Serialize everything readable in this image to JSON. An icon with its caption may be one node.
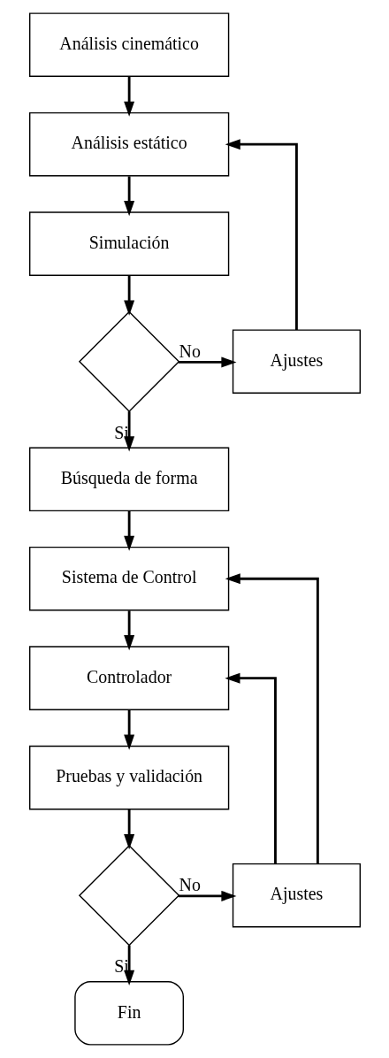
{
  "diagram": {
    "nodes": [
      {
        "text": [
          "Análisis cinemático"
        ]
      },
      {
        "text": [
          "Análisis estático"
        ]
      },
      {
        "text": [
          "Simulación"
        ]
      },
      {
        "text": [],
        "shape": "diamond"
      },
      {
        "text": [
          "Ajustes"
        ]
      },
      {
        "text": [
          "Búsqueda de forma"
        ]
      },
      {
        "text": [
          "Sistema de Control"
        ]
      },
      {
        "text": [
          "Controlador"
        ]
      },
      {
        "text": [
          "Pruebas y validación"
        ]
      },
      {
        "text": [],
        "shape": "diamond"
      },
      {
        "text": [
          "Ajustes"
        ]
      },
      {
        "text": [
          "Fin"
        ]
      }
    ],
    "edges": [
      {
        "from": 0,
        "to": 1,
        "arrow": "to"
      },
      {
        "from": 1,
        "to": 2,
        "arrow": "to"
      },
      {
        "from": 2,
        "to": 3,
        "arrow": "to"
      },
      {
        "from": 3,
        "to": 4,
        "arrow": "to",
        "label": "No"
      },
      {
        "from": 4,
        "to": 1,
        "arrow": "to"
      },
      {
        "from": 3,
        "to": 5,
        "arrow": "to",
        "label": "Si"
      },
      {
        "from": 5,
        "to": 6,
        "arrow": "to"
      },
      {
        "from": 6,
        "to": 7,
        "arrow": "to"
      },
      {
        "from": 7,
        "to": 8,
        "arrow": "to"
      },
      {
        "from": 8,
        "to": 9,
        "arrow": "to"
      },
      {
        "from": 9,
        "to": 10,
        "arrow": "to",
        "label": "No"
      },
      {
        "from": 10,
        "to": 6,
        "arrow": "to"
      },
      {
        "from": 10,
        "to": 7,
        "arrow": "to"
      },
      {
        "from": 9,
        "to": 11,
        "arrow": "to",
        "label": "Si"
      }
    ]
  }
}
